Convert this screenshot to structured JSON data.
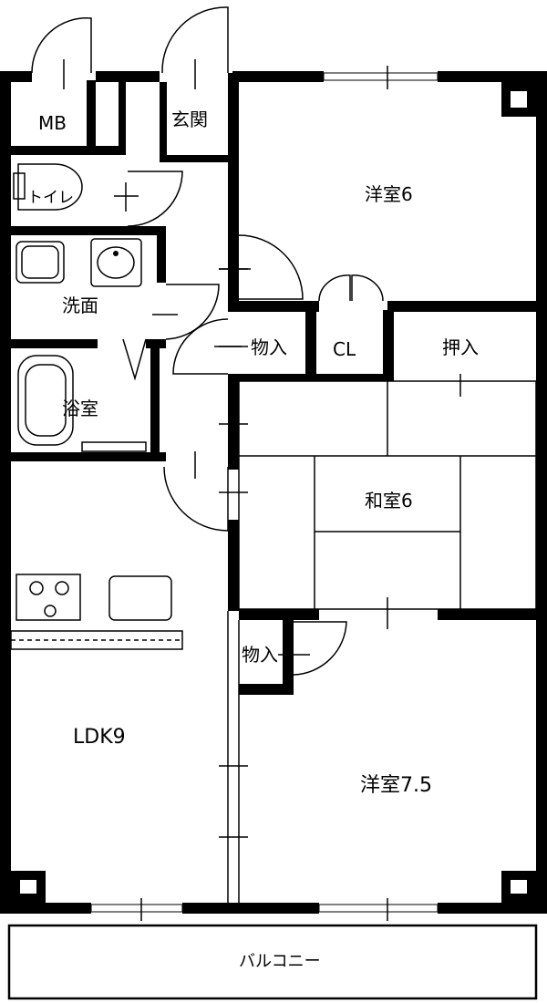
{
  "rooms": {
    "mb": "MB",
    "genkan": "玄関",
    "toilet": "トイレ",
    "senmen": "洗面",
    "yokushitsu": "浴室",
    "yoshitsu_a": "洋室6",
    "monoire_a": "物入",
    "cl": "CL",
    "oshiire": "押入",
    "washitsu": "和室6",
    "monoire_b": "物入",
    "ldk": "LDK9",
    "yoshitsu_b": "洋室7.5",
    "balcony": "バルコニー"
  }
}
